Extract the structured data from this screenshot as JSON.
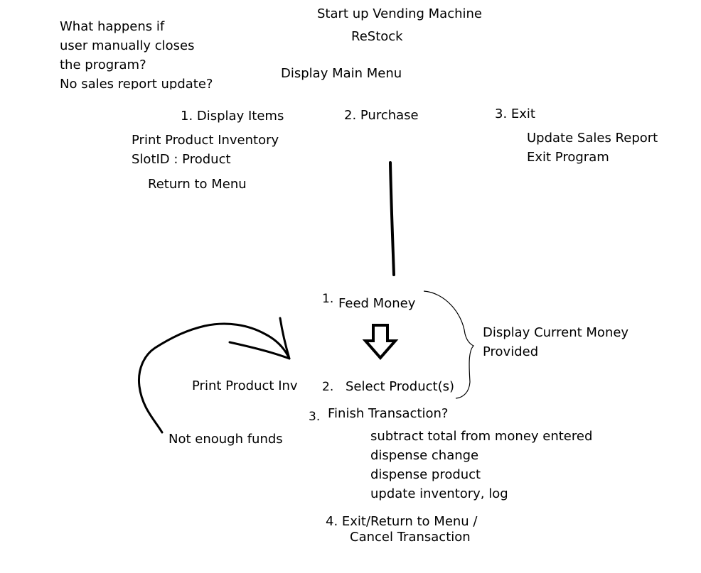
{
  "startup": {
    "title": "Start up Vending Machine",
    "restock": "ReStock",
    "main_menu": "Display  Main Menu"
  },
  "question": {
    "line1": "What happens if",
    "line2": "user manually closes",
    "line3": "the program?",
    "line4": "No sales report update?"
  },
  "menu": {
    "display_items": {
      "label": "1. Display Items",
      "step1": "Print Product Inventory",
      "step2": "SlotID : Product",
      "step3": "Return to Menu"
    },
    "purchase": {
      "label": "2. Purchase"
    },
    "exit": {
      "label": "3. Exit",
      "step1": "Update Sales Report",
      "step2": "Exit Program"
    }
  },
  "purchase_flow": {
    "feed_money": {
      "number": "1.",
      "label": "Feed Money"
    },
    "select_product": {
      "number": "2.",
      "label": "Select Product(s)"
    },
    "finish_transaction": {
      "number": "3.",
      "label": "Finish Transaction?",
      "steps": [
        "subtract total from money entered",
        "dispense change",
        "dispense product",
        "update inventory, log"
      ]
    },
    "exit_return": {
      "line1": "4. Exit/Return to Menu  /",
      "line2": "Cancel Transaction"
    }
  },
  "notes": {
    "current_money_line1": "Display Current Money",
    "current_money_line2": "Provided",
    "print_product_inv": "Print Product Inv",
    "not_enough_funds": "Not enough funds"
  }
}
